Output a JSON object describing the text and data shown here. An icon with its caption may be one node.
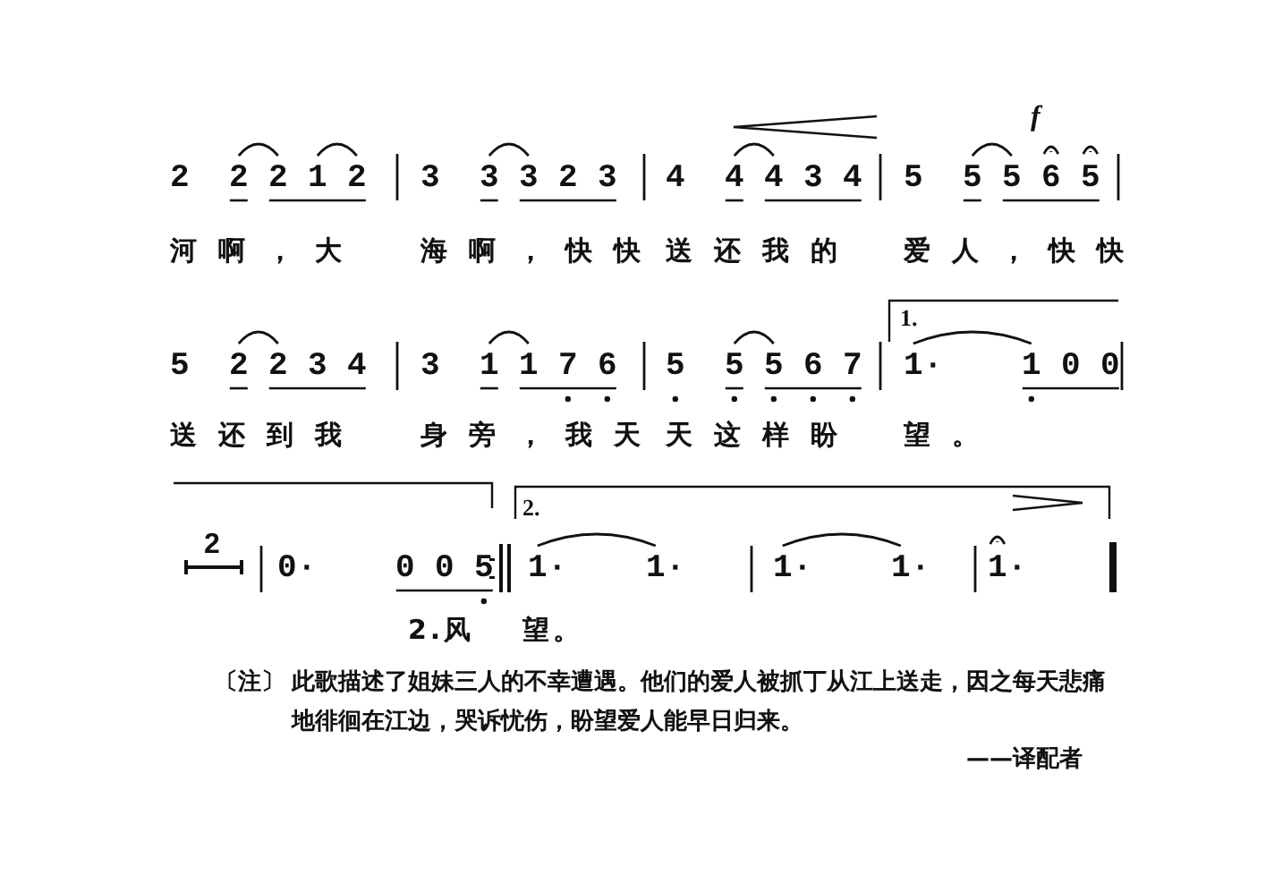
{
  "diagram": {
    "labels": [
      "2  2 2 1 2",
      "3  3 3 2 3",
      "4  4 4 3 4",
      "5  5 5 6 5",
      "f",
      "河啊，大",
      "海啊，快快",
      "送还我的",
      "爱人，快快",
      "1.",
      "5  2 2 3 4",
      "3  1 1 7 6",
      "5  5 5 6 7",
      "1·    1 0 0",
      "送还到我",
      "身旁，我天",
      "天这样盼",
      "望。",
      "2",
      "0·    0 0 5",
      "2.",
      "1·    1·",
      "1·    1·",
      "1·",
      "2.风",
      "望。",
      "〔注〕",
      "此歌描述了姐妹三人的不幸遭遇。他们的爱人被抓丁从江上送走，因之每天悲痛地徘徊在江边，哭诉忧伤，盼望爱人能早日归来。",
      "——译配者"
    ]
  }
}
